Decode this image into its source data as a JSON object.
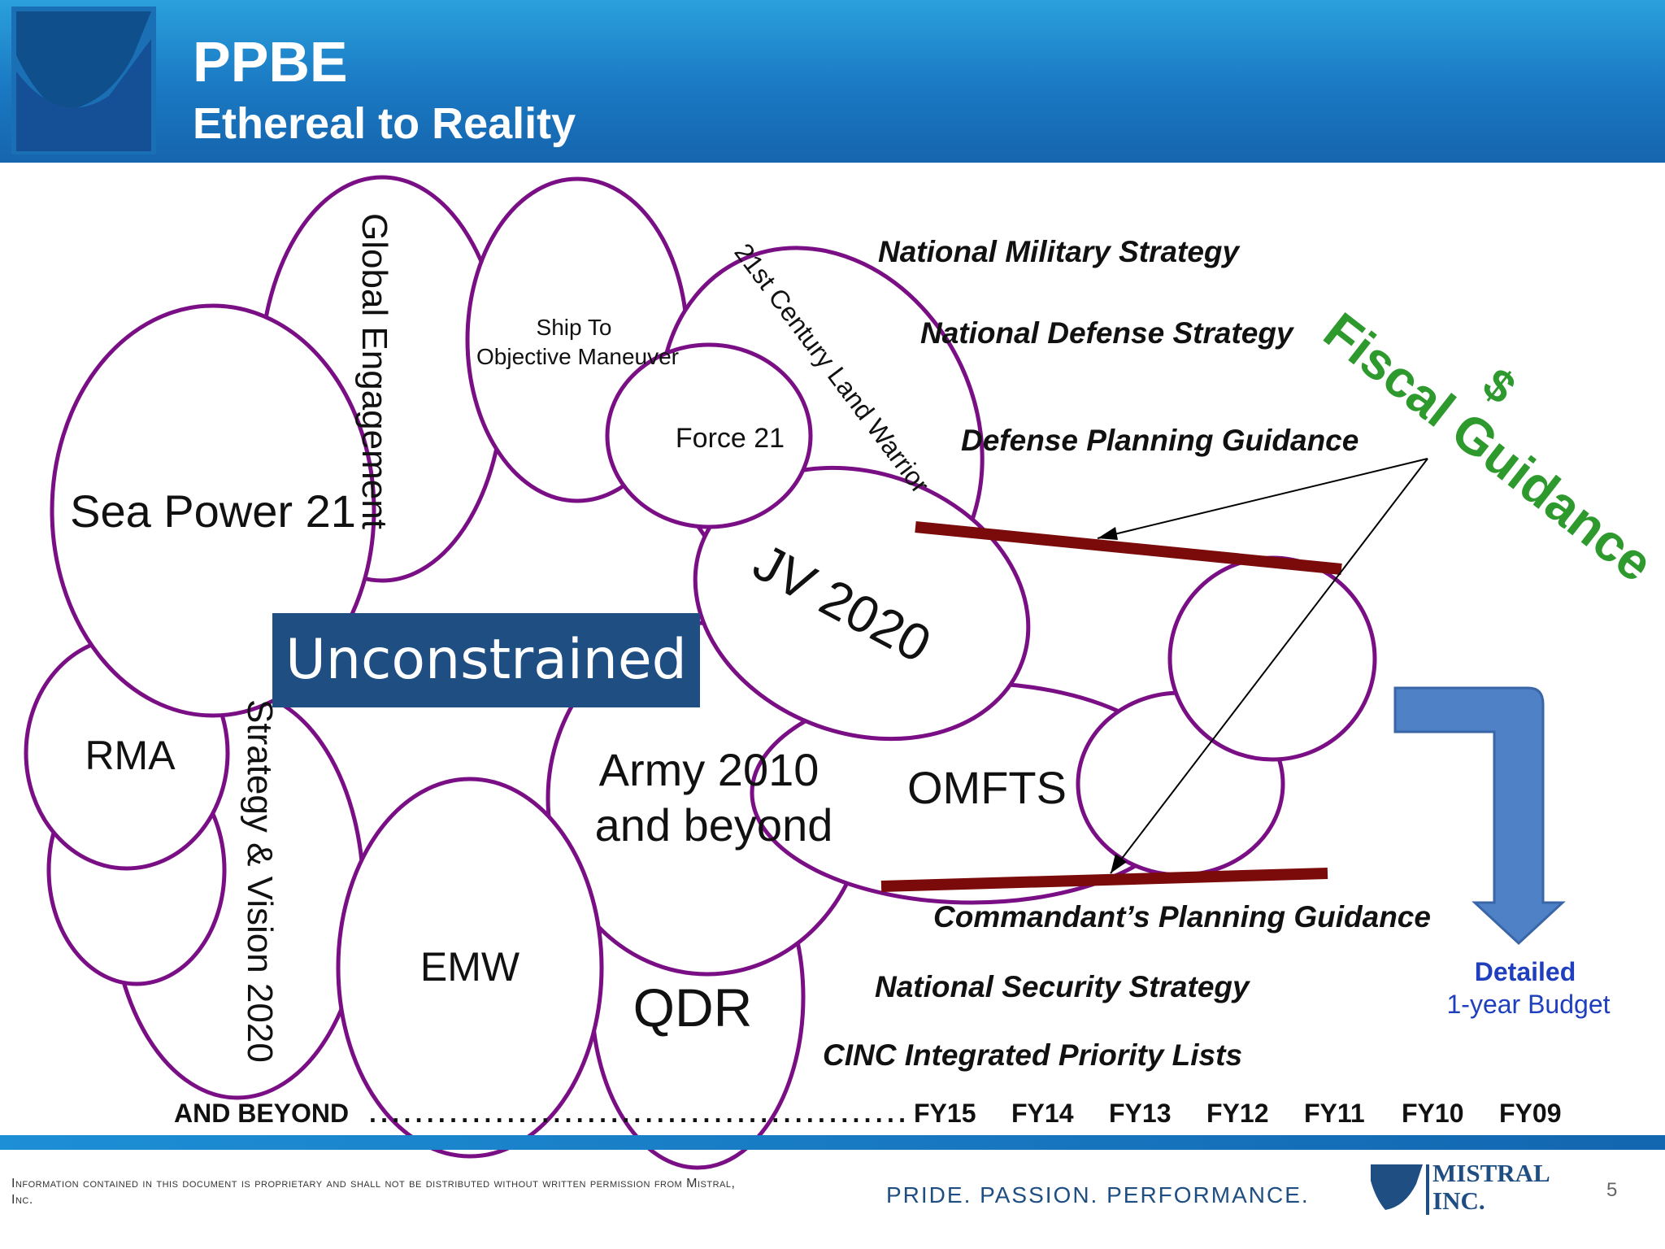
{
  "header": {
    "title": "PPBE",
    "subtitle": "Ethereal to Reality"
  },
  "bubbles": {
    "global_engagement": "Global Engagement",
    "ship_to_line1": "Ship To",
    "ship_to_line2": "Objective Maneuver",
    "century": "21st Century Land Warrior",
    "force21": "Force 21",
    "sea_power": "Sea Power 21",
    "jv2020": "JV 2020",
    "rma": "RMA",
    "strategy_vision": "Strategy & Vision 2020",
    "army_line1": "Army 2010",
    "army_line2": "and beyond",
    "omfts": "OMFTS",
    "emw": "EMW",
    "qdr": "QDR"
  },
  "unconstrained": "Unconstrained",
  "guidance": {
    "nms": "National Military Strategy",
    "nds": "National Defense Strategy",
    "dpg": "Defense Planning Guidance",
    "cpg": "Commandant’s Planning Guidance",
    "nss": "National Security Strategy",
    "cinc": "CINC Integrated Priority Lists"
  },
  "fiscal": {
    "dollar": "$",
    "label": "Fiscal Guidance"
  },
  "budget": {
    "line1": "Detailed",
    "line2": "1-year Budget"
  },
  "timeline": {
    "beyond": "AND BEYOND",
    "dots": ". . . . . . . . . . . . . . . . . . . . . . . . . . . . . . . . . . . . . . . . . . . . . . .",
    "years": [
      "FY15",
      "FY14",
      "FY13",
      "FY12",
      "FY11",
      "FY10",
      "FY09"
    ]
  },
  "footer": {
    "note": "Information contained in this document is proprietary and shall not be distributed without written permission from Mistral, Inc.",
    "tagline": "PRIDE. PASSION. PERFORMANCE.",
    "company_line1": "MISTRAL",
    "company_line2": "INC.",
    "page_number": "5"
  },
  "colors": {
    "header": "#1a78c2",
    "bubble_stroke": "#7a0f85",
    "funnel_bar": "#7b0a0a",
    "fiscal_text": "#2e9a2e",
    "budget_text": "#1f3fbf",
    "arrow_fill": "#4f81c7",
    "unconstrained_bg": "#1f4e82"
  }
}
